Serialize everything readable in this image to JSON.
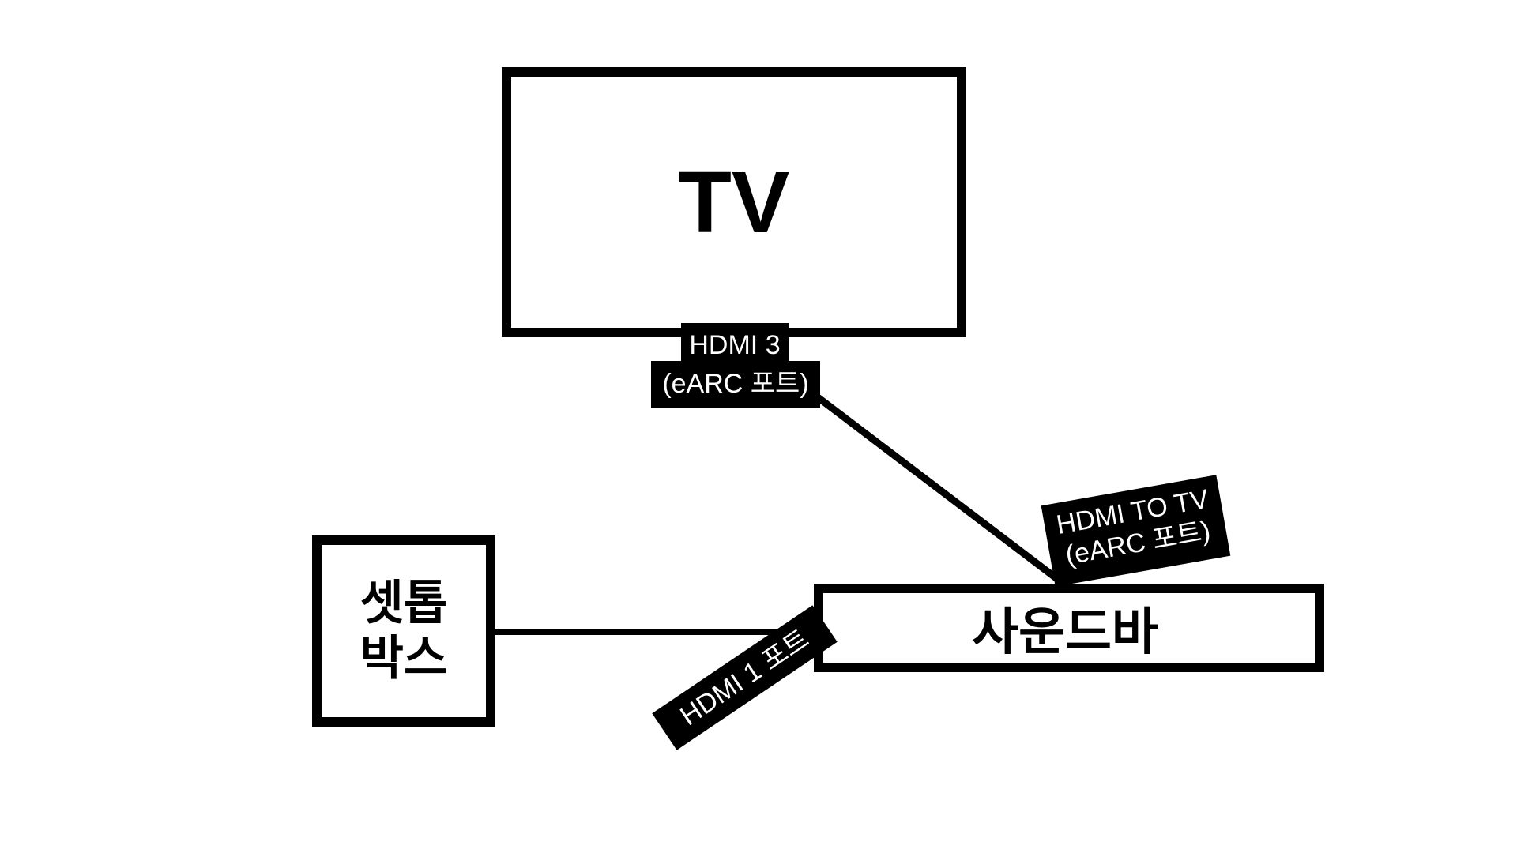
{
  "tv": {
    "label": "TV"
  },
  "tv_port": {
    "line1": "HDMI 3",
    "line2": "(eARC 포트)"
  },
  "settop": {
    "line1": "셋톱",
    "line2": "박스"
  },
  "soundbar": {
    "label": "사운드바"
  },
  "soundbar_in_port": {
    "label": "HDMI 1 포트"
  },
  "soundbar_out_port": {
    "line1": "HDMI TO TV",
    "line2": "(eARC 포트)"
  }
}
